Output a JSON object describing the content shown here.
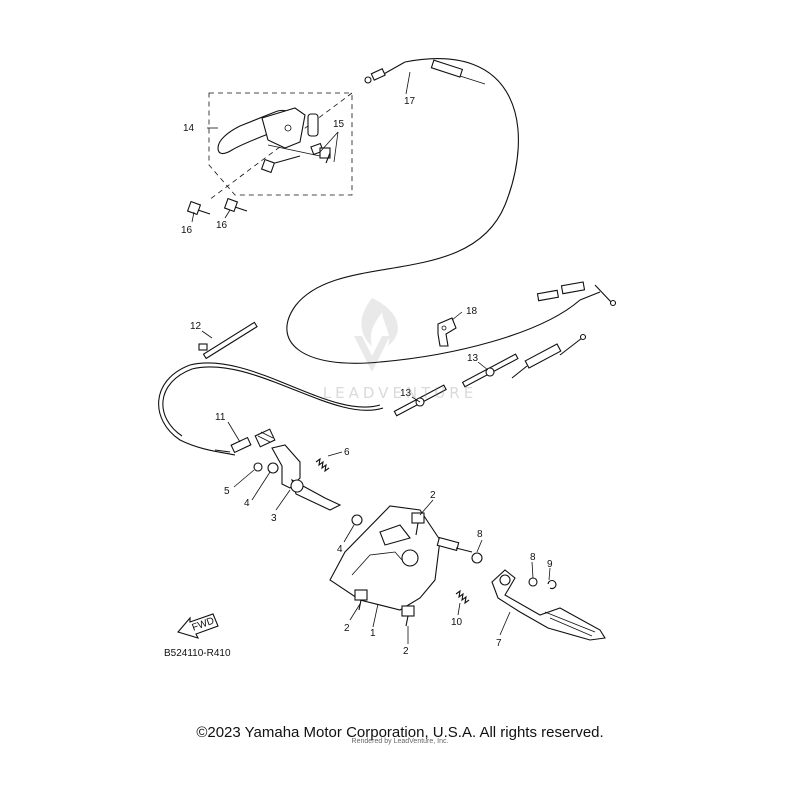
{
  "diagram": {
    "callouts": {
      "c1": "1",
      "c2a": "2",
      "c2b": "2",
      "c2c": "2",
      "c3": "3",
      "c4a": "4",
      "c4b": "4",
      "c5": "5",
      "c6": "6",
      "c7": "7",
      "c8a": "8",
      "c8b": "8",
      "c9": "9",
      "c10": "10",
      "c11": "11",
      "c12": "12",
      "c13a": "13",
      "c13b": "13",
      "c14": "14",
      "c15": "15",
      "c16a": "16",
      "c16b": "16",
      "c17": "17",
      "c18": "18"
    },
    "diagram_code": "B524110-R410",
    "fwd_arrow_text": "FWD"
  },
  "watermark": {
    "brand": "LEADVENTURE"
  },
  "footer": {
    "copyright": "©2023 Yamaha Motor Corporation, U.S.A. All rights reserved.",
    "rendered_by": "Rendered by LeadVenture, Inc."
  }
}
